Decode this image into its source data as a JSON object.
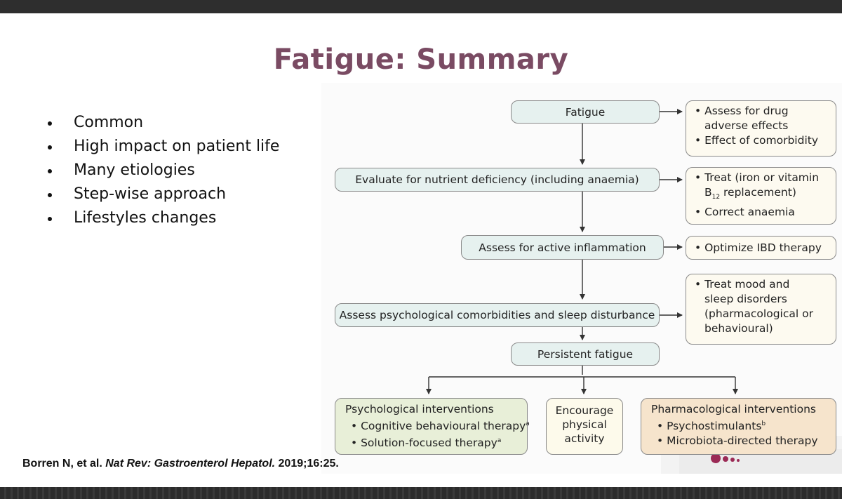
{
  "slide": {
    "title": "Fatigue: Summary",
    "bullets": [
      "Common",
      "High impact on patient life",
      "Many etiologies",
      "Step-wise approach",
      "Lifestyles changes"
    ],
    "citation": {
      "authors": "Borren N, et al. ",
      "journal": "Nat Rev: Gastroenterol Hepatol.",
      "details": " 2019;16:25."
    }
  },
  "diagram": {
    "steps": {
      "fatigue": "Fatigue",
      "nutrient": "Evaluate for nutrient deficiency (including anaemia)",
      "inflammation": "Assess for active inflammation",
      "psych": "Assess psychological comorbidities and sleep disturbance",
      "persistent": "Persistent fatigue"
    },
    "actions": {
      "drug": {
        "bullet": "•",
        "line1": "Assess for drug",
        "line2": "adverse effects",
        "line3": "Effect of comorbidity"
      },
      "nutrient": {
        "bullet": "•",
        "line1": "Treat (iron or vitamin",
        "line2_pre": "B",
        "line2_sub": "12",
        "line2_post": " replacement)",
        "line3": "Correct anaemia"
      },
      "ibd": {
        "bullet": "•",
        "line1": "Optimize IBD therapy"
      },
      "mood": {
        "bullet": "•",
        "line1": "Treat mood and",
        "line2": "sleep disorders",
        "line3": "(pharmacological or",
        "line4": "behavioural)"
      }
    },
    "interventions": {
      "psychological": {
        "title": "Psychological interventions",
        "bullet": "•",
        "item1": "Cognitive behavioural therapy",
        "item1_note": "a",
        "item2": "Solution-focused therapy",
        "item2_note": "a"
      },
      "physical": {
        "line1": "Encourage",
        "line2": "physical",
        "line3": "activity"
      },
      "pharmacological": {
        "title": "Pharmacological interventions",
        "bullet": "•",
        "item1": "Psychostimulants",
        "item1_note": "b",
        "item2": "Microbiota-directed therapy"
      }
    }
  },
  "colors": {
    "title": "#7a4b63",
    "step_fill": "#e6f1ef",
    "action_fill": "#fdfaf0",
    "psych_fill": "#e8efd8",
    "pharm_fill": "#f6e4cc",
    "arrow": "#333333",
    "logo": "#9b2a55"
  },
  "icons": {
    "logo": "publisher-dots-logo"
  }
}
